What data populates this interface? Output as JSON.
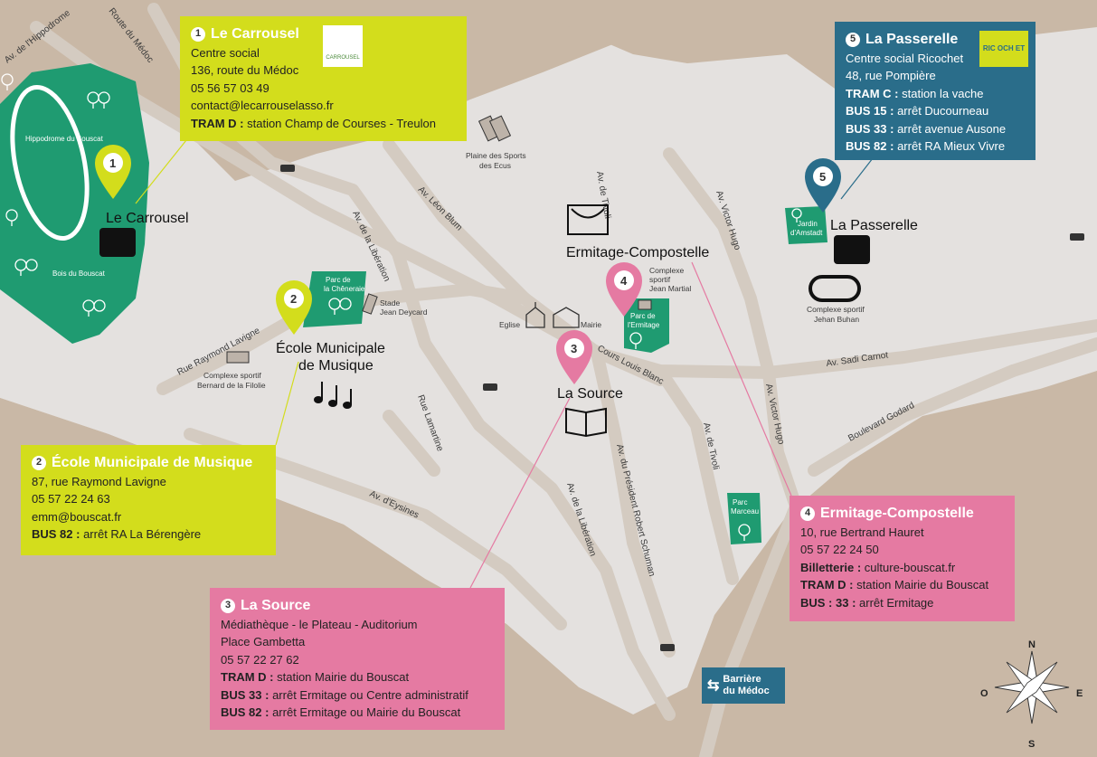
{
  "colors": {
    "background": "#c9b8a6",
    "land": "#e4e1df",
    "road": "#d4cbc1",
    "park": "#1f9b71",
    "lime": "#d3dd1c",
    "pink": "#e57aa2",
    "blue": "#2a6d8a"
  },
  "roads": {
    "hippodrome": "Av. de l'Hippodrome",
    "medoc": "Route du Médoc",
    "leon_blum": "Av. Léon Blum",
    "liberation_north": "Av. de la Libération",
    "tivoli_north": "Av. de Tivoli",
    "victor_hugo_north": "Av. Victor Hugo",
    "raymond_lavigne": "Rue Raymond Lavigne",
    "lamartine": "Rue Lamartine",
    "eysines": "Av. d'Eysines",
    "liberation_south": "Av. de la Libération",
    "schuman": "Av. du Président Robert Schuman",
    "tivoli_south": "Av. de Tivoli",
    "victor_hugo_south": "Av. Victor Hugo",
    "sadi_carnot": "Av. Sadi Carnot",
    "godard": "Boulevard Godard",
    "louis_blanc": "Cours Louis Blanc"
  },
  "places": {
    "hippodrome": "Hippodrome du Bouscat",
    "bois": "Bois du Bouscat",
    "plaine_sports": [
      "Plaine des Sports",
      "des Ecus"
    ],
    "parc_chenerai": [
      "Parc de",
      "la Chêneraie"
    ],
    "stade_deycard": [
      "Stade",
      "Jean Deycard"
    ],
    "complexe_filolie": [
      "Complexe sportif",
      "Bernard de la Filolie"
    ],
    "eglise": "Eglise",
    "mairie": "Mairie",
    "complexe_martial": [
      "Complexe",
      "sportif",
      "Jean Martial"
    ],
    "parc_ermitage": [
      "Parc de",
      "l'Ermitage"
    ],
    "jardin_amstadt": [
      "Jardin",
      "d'Amstadt"
    ],
    "complexe_buhan": [
      "Complexe sportif",
      "Jehan Buhan"
    ],
    "parc_marceau": [
      "Parc",
      "Marceau"
    ],
    "barriere": [
      "Barrière",
      "du Médoc"
    ]
  },
  "markers": [
    {
      "num": "1",
      "label": "Le Carrousel"
    },
    {
      "num": "2",
      "label": [
        "École Municipale",
        "de Musique"
      ]
    },
    {
      "num": "3",
      "label": "La Source"
    },
    {
      "num": "4",
      "label": "Ermitage-Compostelle"
    },
    {
      "num": "5",
      "label": "La Passerelle"
    }
  ],
  "boxes": {
    "carrousel": {
      "num": "1",
      "title": "Le Carrousel",
      "logo": "CARROUSEL",
      "lines": [
        {
          "text": "Centre social"
        },
        {
          "text": "136, route du Médoc"
        },
        {
          "text": "05 56 57 03 49"
        },
        {
          "text": "contact@lecarrouselasso.fr"
        },
        {
          "key": "TRAM D :",
          "text": " station Champ de Courses - Treulon"
        }
      ]
    },
    "emm": {
      "num": "2",
      "title": "École Municipale de Musique",
      "lines": [
        {
          "text": "87, rue Raymond Lavigne"
        },
        {
          "text": "05 57 22 24 63"
        },
        {
          "text": "emm@bouscat.fr"
        },
        {
          "key": "BUS 82 :",
          "text": " arrêt RA La Bérengère"
        }
      ]
    },
    "source": {
      "num": "3",
      "title": "La Source",
      "lines": [
        {
          "text": "Médiathèque - le Plateau - Auditorium"
        },
        {
          "text": "Place Gambetta"
        },
        {
          "text": "05 57 22 27 62"
        },
        {
          "key": "TRAM D :",
          "text": " station Mairie du Bouscat"
        },
        {
          "key": "BUS 33 :",
          "text": " arrêt Ermitage ou Centre administratif"
        },
        {
          "key": "BUS 82 :",
          "text": " arrêt Ermitage ou Mairie du Bouscat"
        }
      ]
    },
    "ermitage": {
      "num": "4",
      "title": "Ermitage-Compostelle",
      "lines": [
        {
          "text": "10, rue Bertrand Hauret"
        },
        {
          "text": "05 57 22 24 50"
        },
        {
          "key": "Billetterie :",
          "text": " culture-bouscat.fr"
        },
        {
          "key": "TRAM D :",
          "text": " station Mairie du Bouscat"
        },
        {
          "key": "BUS : 33 :",
          "text": " arrêt Ermitage"
        }
      ]
    },
    "passerelle": {
      "num": "5",
      "title": "La Passerelle",
      "logo": "RIC OCH ET",
      "lines": [
        {
          "text": "Centre social Ricochet"
        },
        {
          "text": "48, rue Pompière"
        },
        {
          "key": "TRAM C :",
          "text": " station la vache"
        },
        {
          "key": "BUS 15 :",
          "text": " arrêt Ducourneau"
        },
        {
          "key": "BUS 33 :",
          "text": " arrêt avenue Ausone"
        },
        {
          "key": "BUS 82 :",
          "text": " arrêt RA Mieux Vivre"
        }
      ]
    }
  },
  "compass": {
    "n": "N",
    "s": "S",
    "e": "E",
    "w": "O"
  }
}
